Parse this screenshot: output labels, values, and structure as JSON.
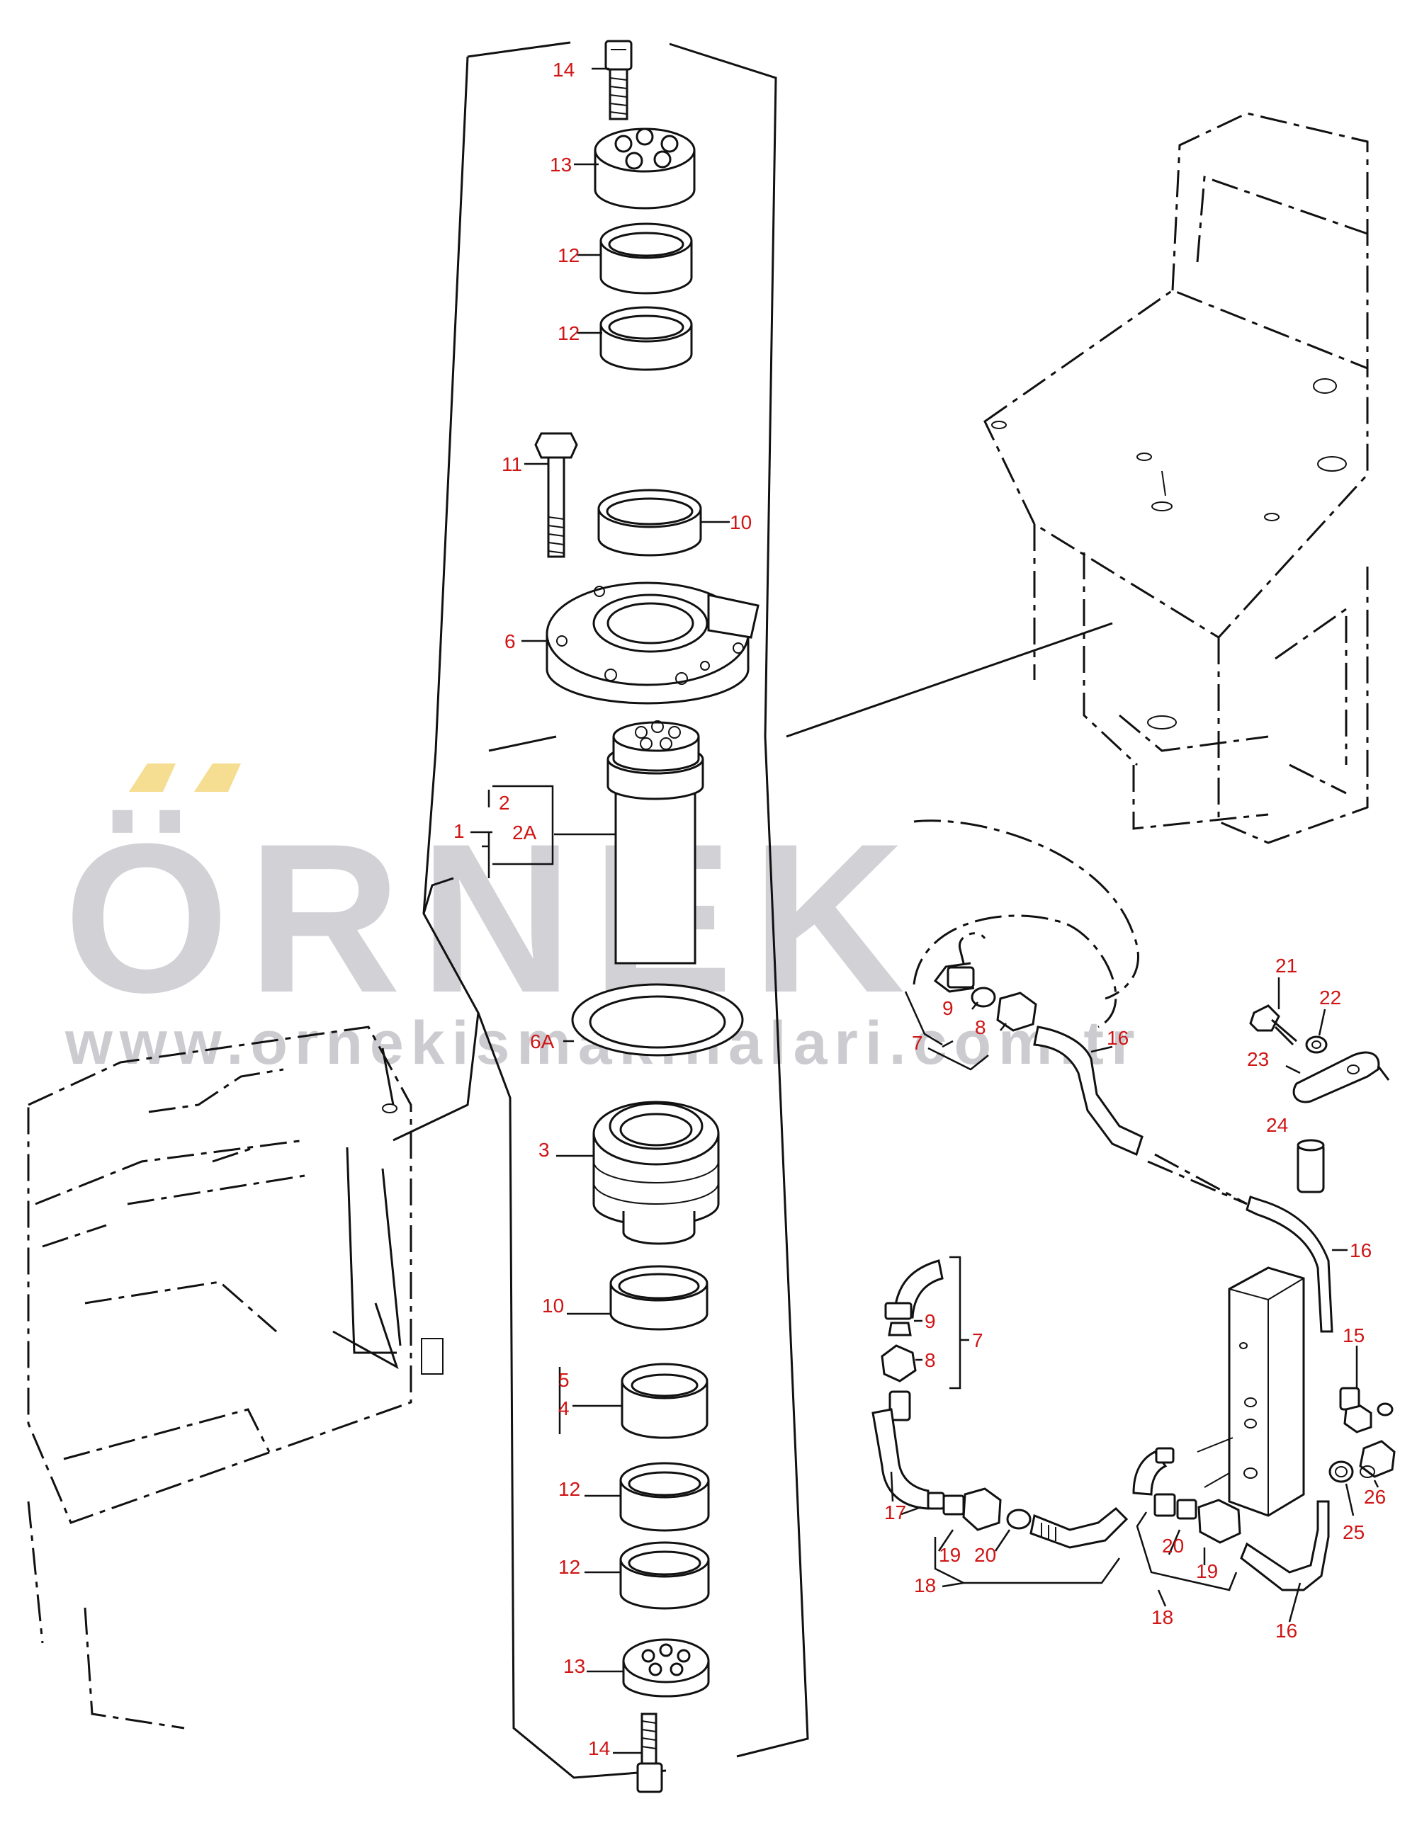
{
  "watermark": {
    "brand": "ÖRNEK",
    "website": "www.ornekismakinalari.com.tr"
  },
  "callouts": [
    "14",
    "13",
    "12",
    "12",
    "11",
    "10",
    "6",
    "2",
    "1",
    "2A",
    "6A",
    "3",
    "10",
    "5",
    "4",
    "12",
    "12",
    "13",
    "14",
    "21",
    "22",
    "23",
    "16",
    "24",
    "9",
    "8",
    "7",
    "16",
    "9",
    "8",
    "7",
    "15",
    "17",
    "19",
    "20",
    "18",
    "20",
    "19",
    "18",
    "16",
    "25",
    "26"
  ],
  "colors": {
    "callout": "#d01515",
    "line": "#111111",
    "watermark_text": "#d2d1d6",
    "watermark_accent": "#f5dd91"
  }
}
